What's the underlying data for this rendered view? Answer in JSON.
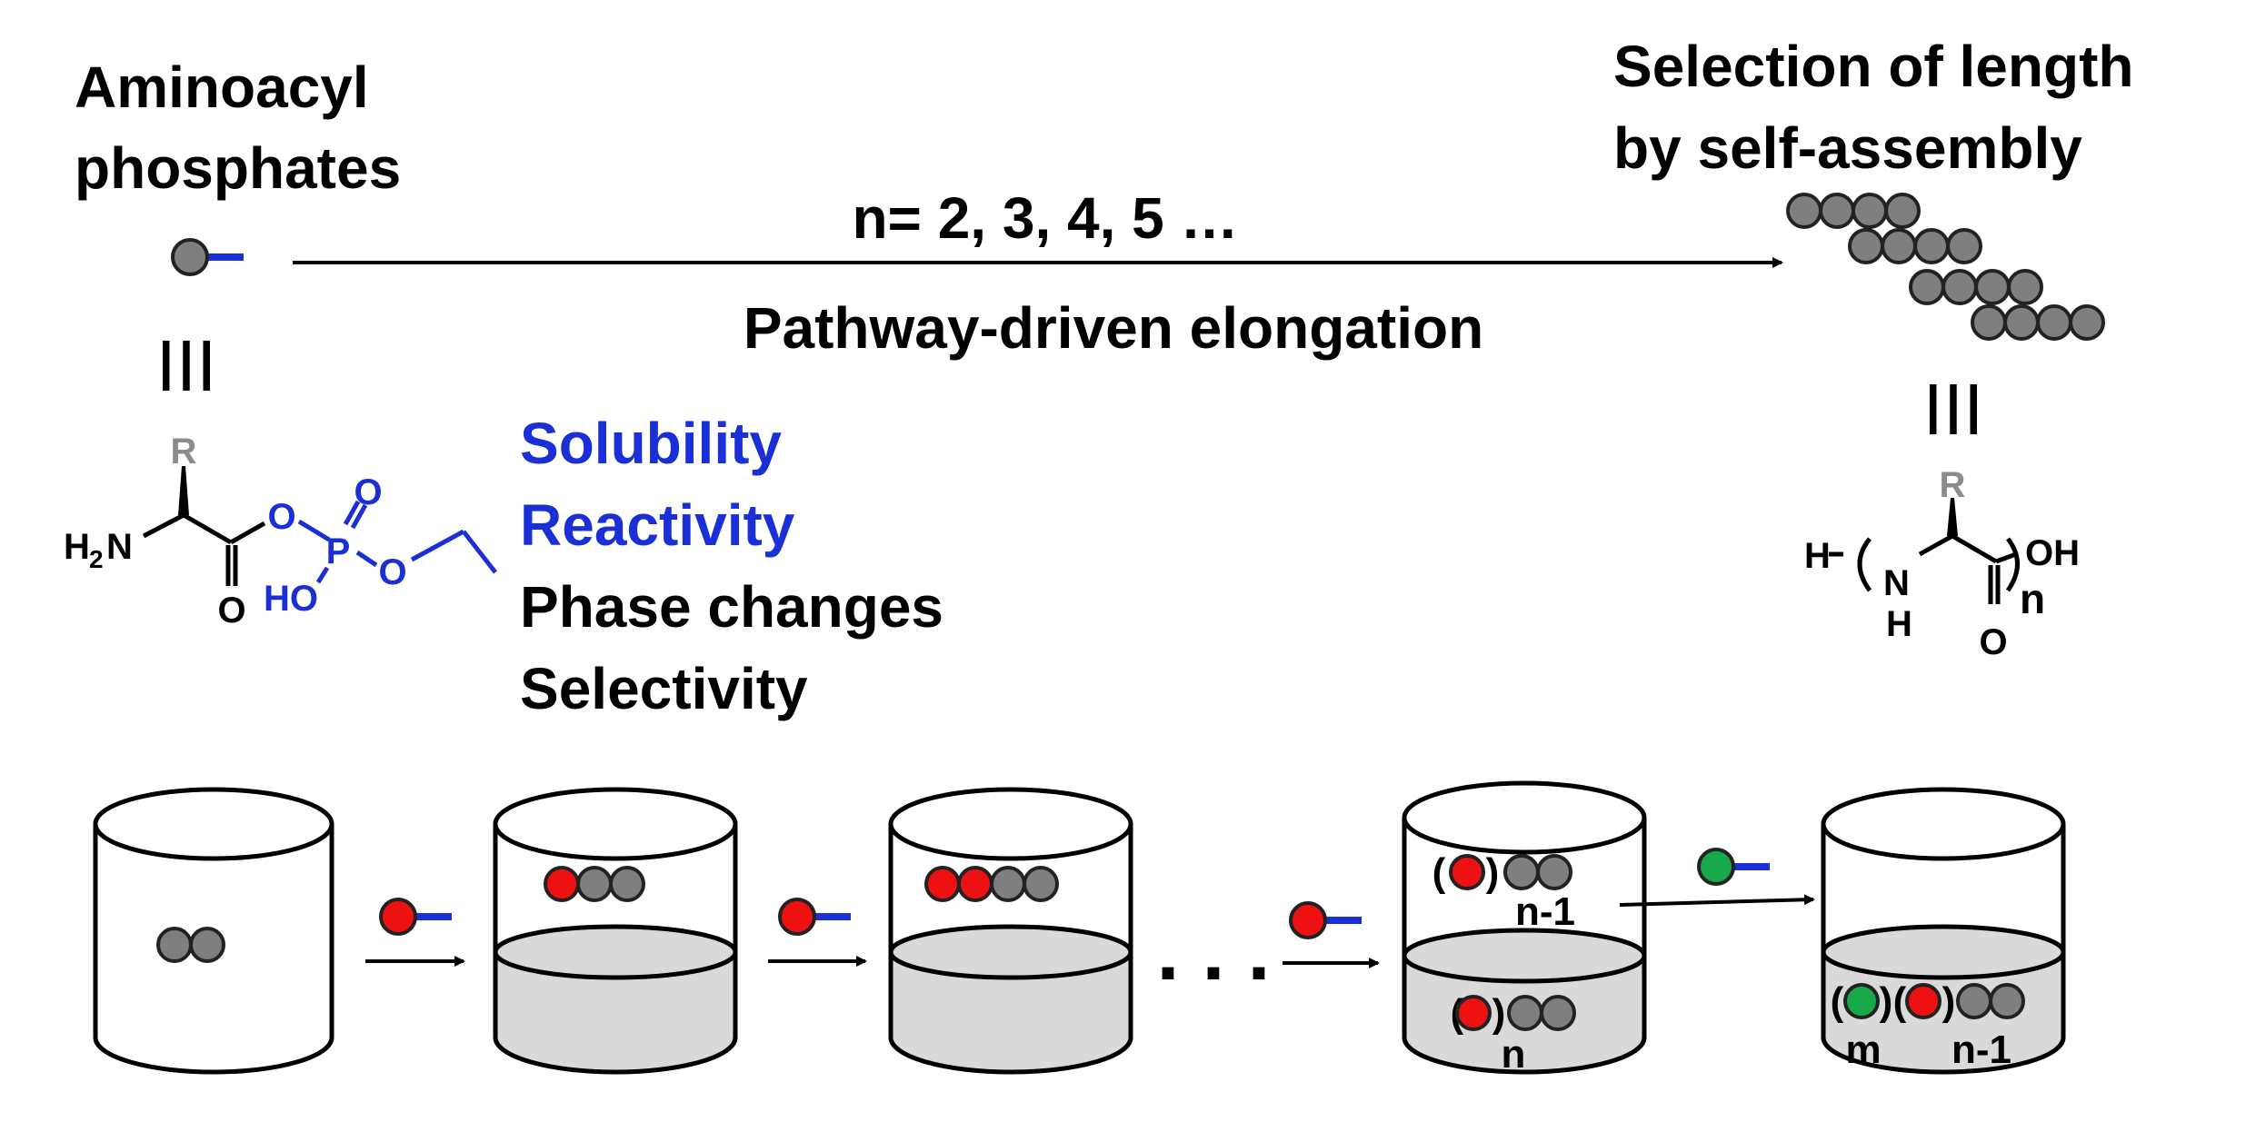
{
  "labels": {
    "left_title_line1": "Aminoacyl",
    "left_title_line2": "phosphates",
    "right_title_line1": "Selection of length",
    "right_title_line2": "by self-assembly",
    "arrow_top": "n= 2, 3, 4, 5 …",
    "arrow_bottom": "Pathway-driven elongation",
    "equiv": "III",
    "ellipsis": ". . ."
  },
  "properties": [
    {
      "text": "Solubility",
      "color": "#1a2fd6"
    },
    {
      "text": "Reactivity",
      "color": "#1a2fd6"
    },
    {
      "text": "Phase changes",
      "color": "#000000"
    },
    {
      "text": "Selectivity",
      "color": "#000000"
    }
  ],
  "left_molecule": {
    "R": "R",
    "H": "H",
    "sub2": "2",
    "N": "N",
    "O_carbonyl": "O",
    "O_ester": "O",
    "P": "P",
    "O_double": "O",
    "HO": "HO",
    "O_ethyl": "O"
  },
  "right_molecule": {
    "R": "R",
    "H_left": "H",
    "N": "N",
    "H_below": "H",
    "OH": "OH",
    "O_carbonyl": "O",
    "n": "n"
  },
  "beakers": {
    "b4_upper_index": "n-1",
    "b4_lower_index": "n",
    "b5_index_m": "m",
    "b5_index_n": "n-1",
    "paren_open": "(",
    "paren_close": ")"
  },
  "colors": {
    "monomer_gray": "#7f7f7f",
    "residue_red": "#ee1111",
    "residue_green": "#17a84a",
    "phosphate_blue": "#1a2fd6",
    "aqueous_fill": "#d9d9d9",
    "r_group_gray": "#8c8c8c"
  }
}
